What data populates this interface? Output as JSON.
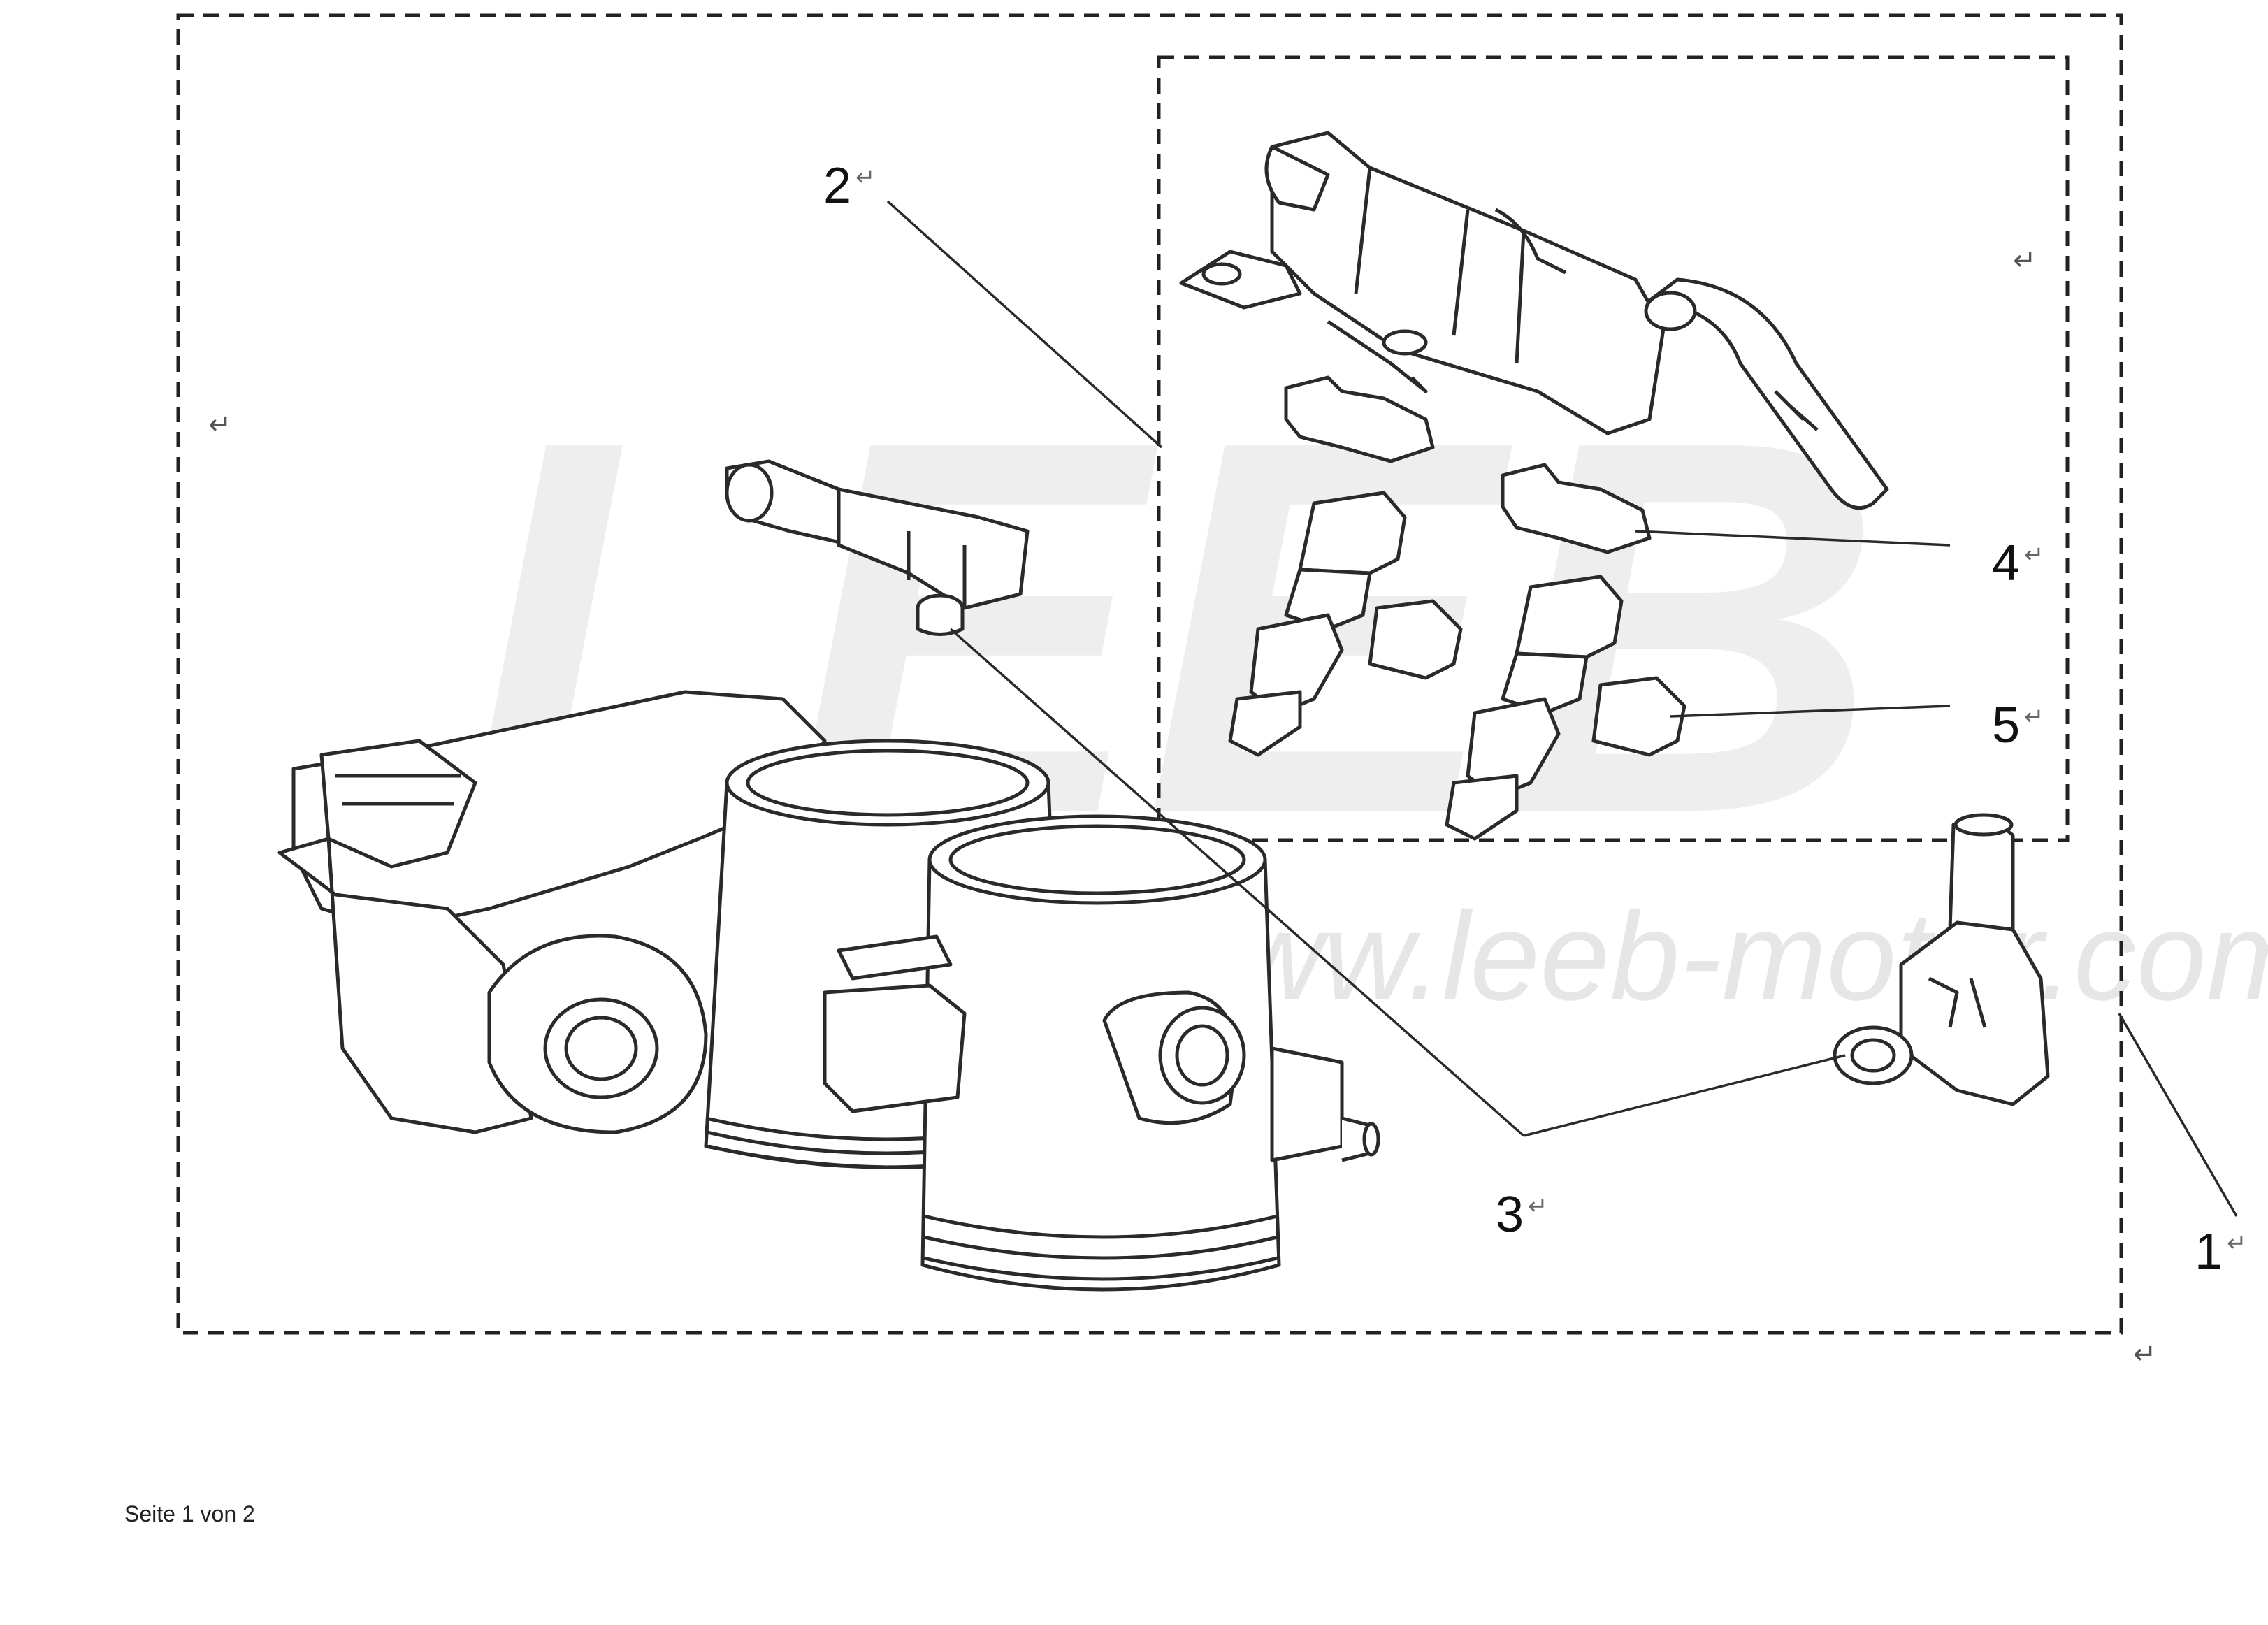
{
  "watermark": {
    "brand": "LEEB",
    "url": "www.leeb-motor.com"
  },
  "callouts": [
    {
      "number": "1",
      "mark": "↵"
    },
    {
      "number": "2",
      "mark": "↵"
    },
    {
      "number": "3",
      "mark": "↵"
    },
    {
      "number": "4",
      "mark": "↵"
    },
    {
      "number": "5",
      "mark": "↵"
    }
  ],
  "return_mark": "↵",
  "footer": {
    "page_label": "Seite 1 von 2"
  },
  "colors": {
    "line": "#2a2a2a",
    "watermark": "#ececec"
  }
}
